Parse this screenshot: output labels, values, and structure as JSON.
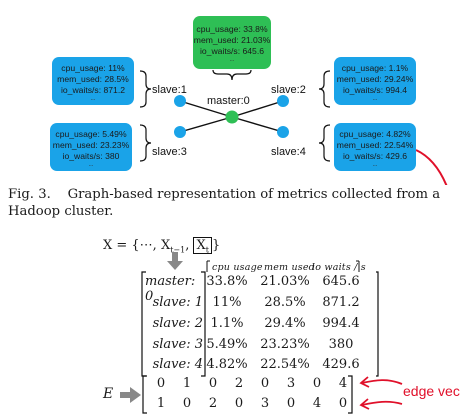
{
  "graph": {
    "master": {
      "label": "master:0",
      "cpu": "cpu_usage: 33.8%",
      "mem": "mem_used: 21.03%",
      "io": "io_waits/s: 645.6"
    },
    "slave1": {
      "label": "slave:1",
      "cpu": "cpu_usage: 11%",
      "mem": "mem_used: 28.5%",
      "io": "io_waits/s: 871.2"
    },
    "slave2": {
      "label": "slave:2",
      "cpu": "cpu_usage: 1.1%",
      "mem": "mem_used: 29.24%",
      "io": "io_waits/s: 994.4"
    },
    "slave3": {
      "label": "slave:3",
      "cpu": "cpu_usage: 5.49%",
      "mem": "mem_used: 23.23%",
      "io": "io_waits/s: 380"
    },
    "slave4": {
      "label": "slave:4",
      "cpu": "cpu_usage: 4.82%",
      "mem": "mem_used: 22.54%",
      "io": "io_waits/s: 429.6"
    },
    "ellipsis": "...",
    "colors": {
      "slave": "#1aa3e8",
      "master": "#2ebf55",
      "annotation": "#e0102a"
    }
  },
  "caption": {
    "prefix": "Fig. 3.",
    "text": "Graph-based representation of metrics collected from a Hadoop cluster."
  },
  "equation_x": {
    "lhs": "X = {⋯, X",
    "sub1": "t−1",
    "mid": ", ",
    "boxed": "X",
    "sub2": "t",
    "close": "}"
  },
  "matrix": {
    "columns": [
      "cpu usage",
      "mem used",
      "io waits / s"
    ],
    "rows": [
      {
        "label": "master: 0",
        "values": [
          "33.8%",
          "21.03%",
          "645.6"
        ]
      },
      {
        "label": "slave: 1",
        "values": [
          "11%",
          "28.5%",
          "871.2"
        ]
      },
      {
        "label": "slave: 2",
        "values": [
          "1.1%",
          "29.4%",
          "994.4"
        ]
      },
      {
        "label": "slave: 3",
        "values": [
          "5.49%",
          "23.23%",
          "380"
        ]
      },
      {
        "label": "slave: 4",
        "values": [
          "4.82%",
          "22.54%",
          "429.6"
        ]
      }
    ]
  },
  "edge_matrix": {
    "symbol": "E",
    "rows": [
      [
        "0",
        "1",
        "0",
        "2",
        "0",
        "3",
        "0",
        "4"
      ],
      [
        "1",
        "0",
        "2",
        "0",
        "3",
        "0",
        "4",
        "0"
      ]
    ],
    "annotation": "edge vec"
  }
}
